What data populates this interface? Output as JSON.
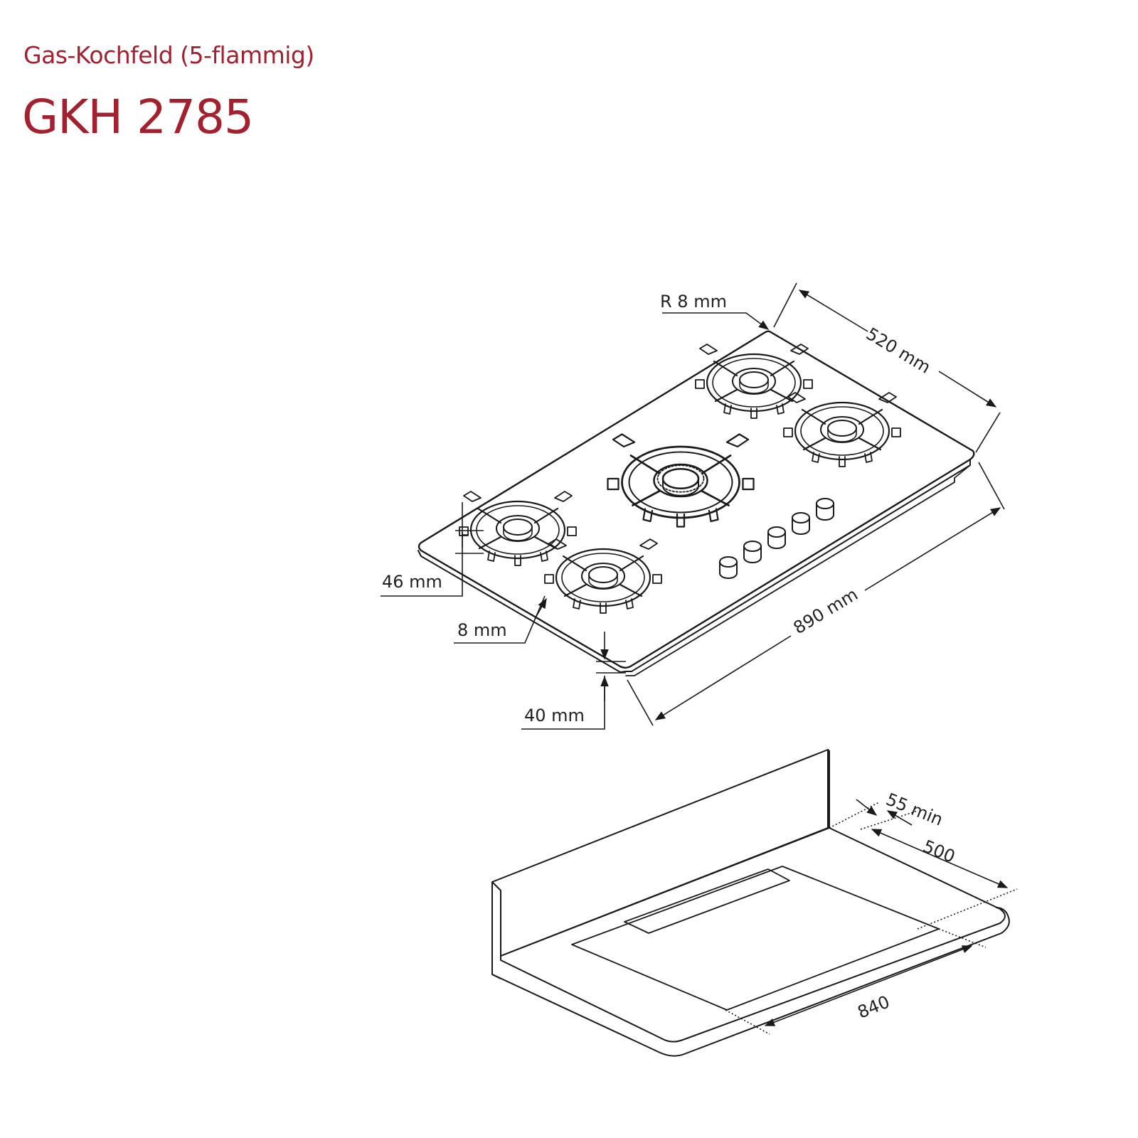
{
  "header": {
    "subtitle": "Gas-Kochfeld (5-flammig)",
    "model": "GKH 2785"
  },
  "hob_dimensions": {
    "corner_radius": "R 8 mm",
    "depth": "520 mm",
    "width": "890 mm",
    "grate_height": "46 mm",
    "glass_thickness": "8 mm",
    "total_height": "40 mm"
  },
  "cutout_dimensions": {
    "wall_distance": "55 min",
    "depth": "500",
    "width": "840"
  },
  "colors": {
    "title": "#a3202f",
    "line": "#1a1a1a"
  }
}
